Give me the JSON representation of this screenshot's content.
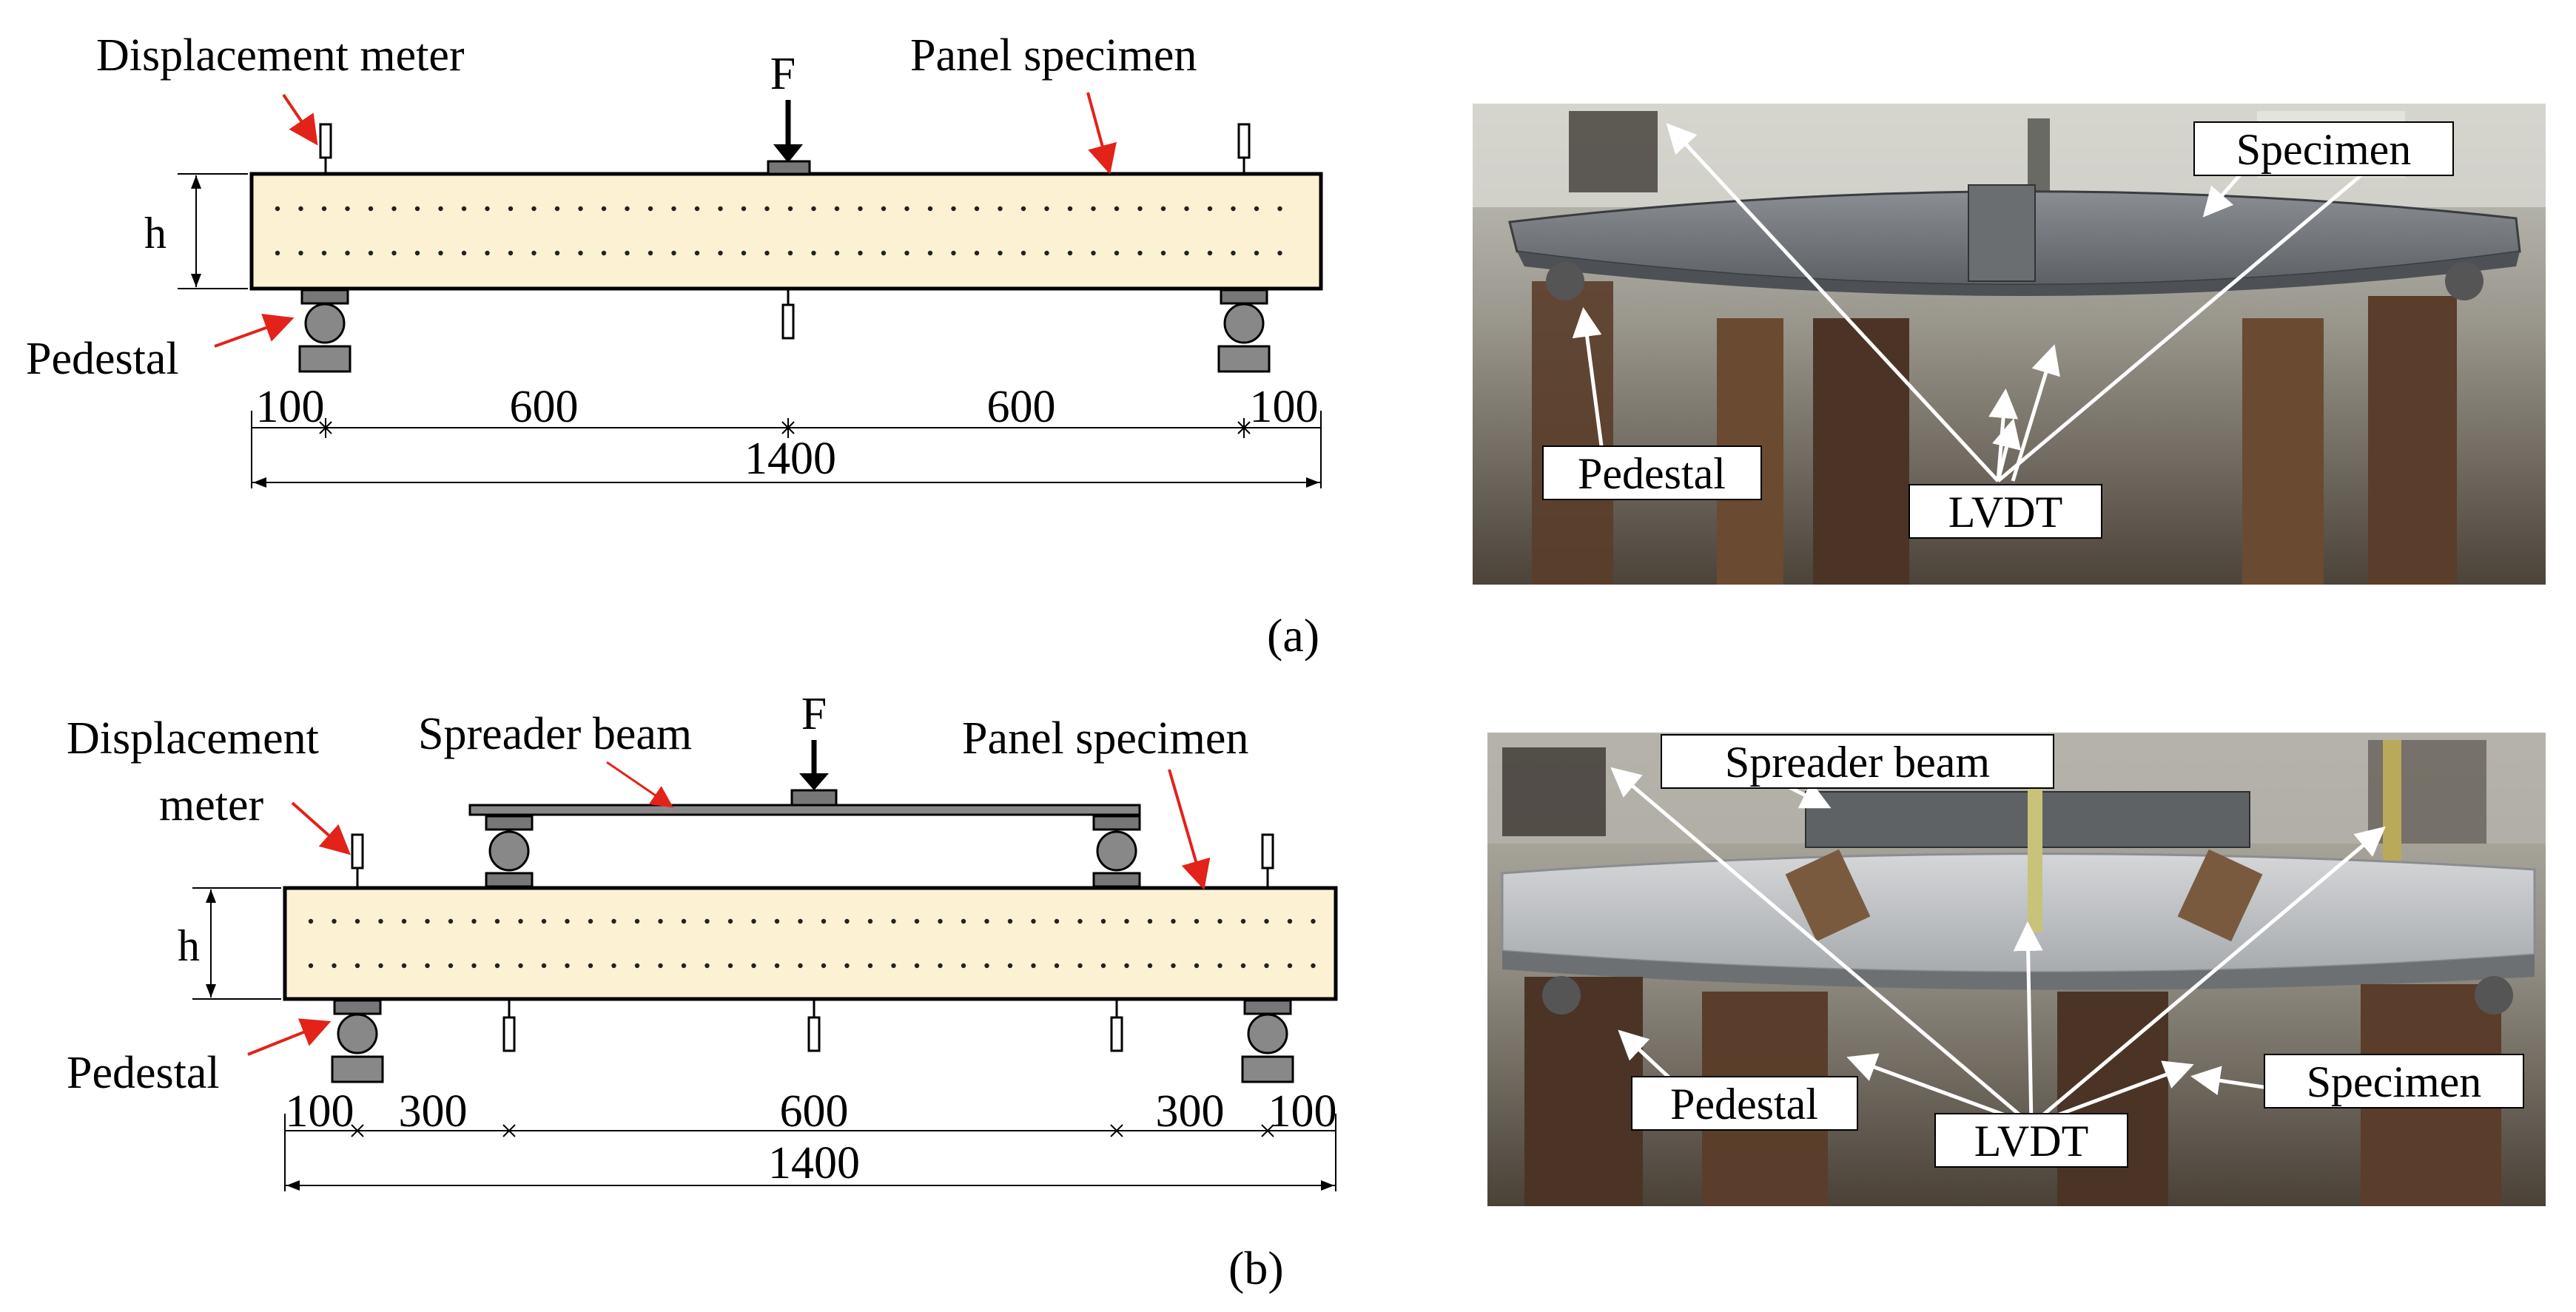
{
  "panel_a": {
    "labels": {
      "displacement_meter": "Displacement meter",
      "force": "F",
      "panel_specimen": "Panel specimen",
      "height": "h",
      "pedestal": "Pedestal"
    },
    "dimensions": {
      "segments": [
        "100",
        "600",
        "600",
        "100"
      ],
      "total": "1400"
    },
    "photo_labels": {
      "specimen": "Specimen",
      "pedestal": "Pedestal",
      "lvdt": "LVDT"
    },
    "caption": "(a)"
  },
  "panel_b": {
    "labels": {
      "displacement_meter_line1": "Displacement",
      "displacement_meter_line2": "meter",
      "spreader_beam": "Spreader beam",
      "force": "F",
      "panel_specimen": "Panel specimen",
      "height": "h",
      "pedestal": "Pedestal"
    },
    "dimensions": {
      "segments": [
        "100",
        "300",
        "600",
        "300",
        "100"
      ],
      "total": "1400"
    },
    "photo_labels": {
      "spreader_beam": "Spreader beam",
      "pedestal": "Pedestal",
      "lvdt": "LVDT",
      "specimen": "Specimen"
    },
    "caption": "(b)"
  },
  "colors": {
    "specimen_fill": "#fdf1d4",
    "arrow_red": "#e32219",
    "steel_gray": "#7a7a7a",
    "dark_gray": "#555555"
  }
}
